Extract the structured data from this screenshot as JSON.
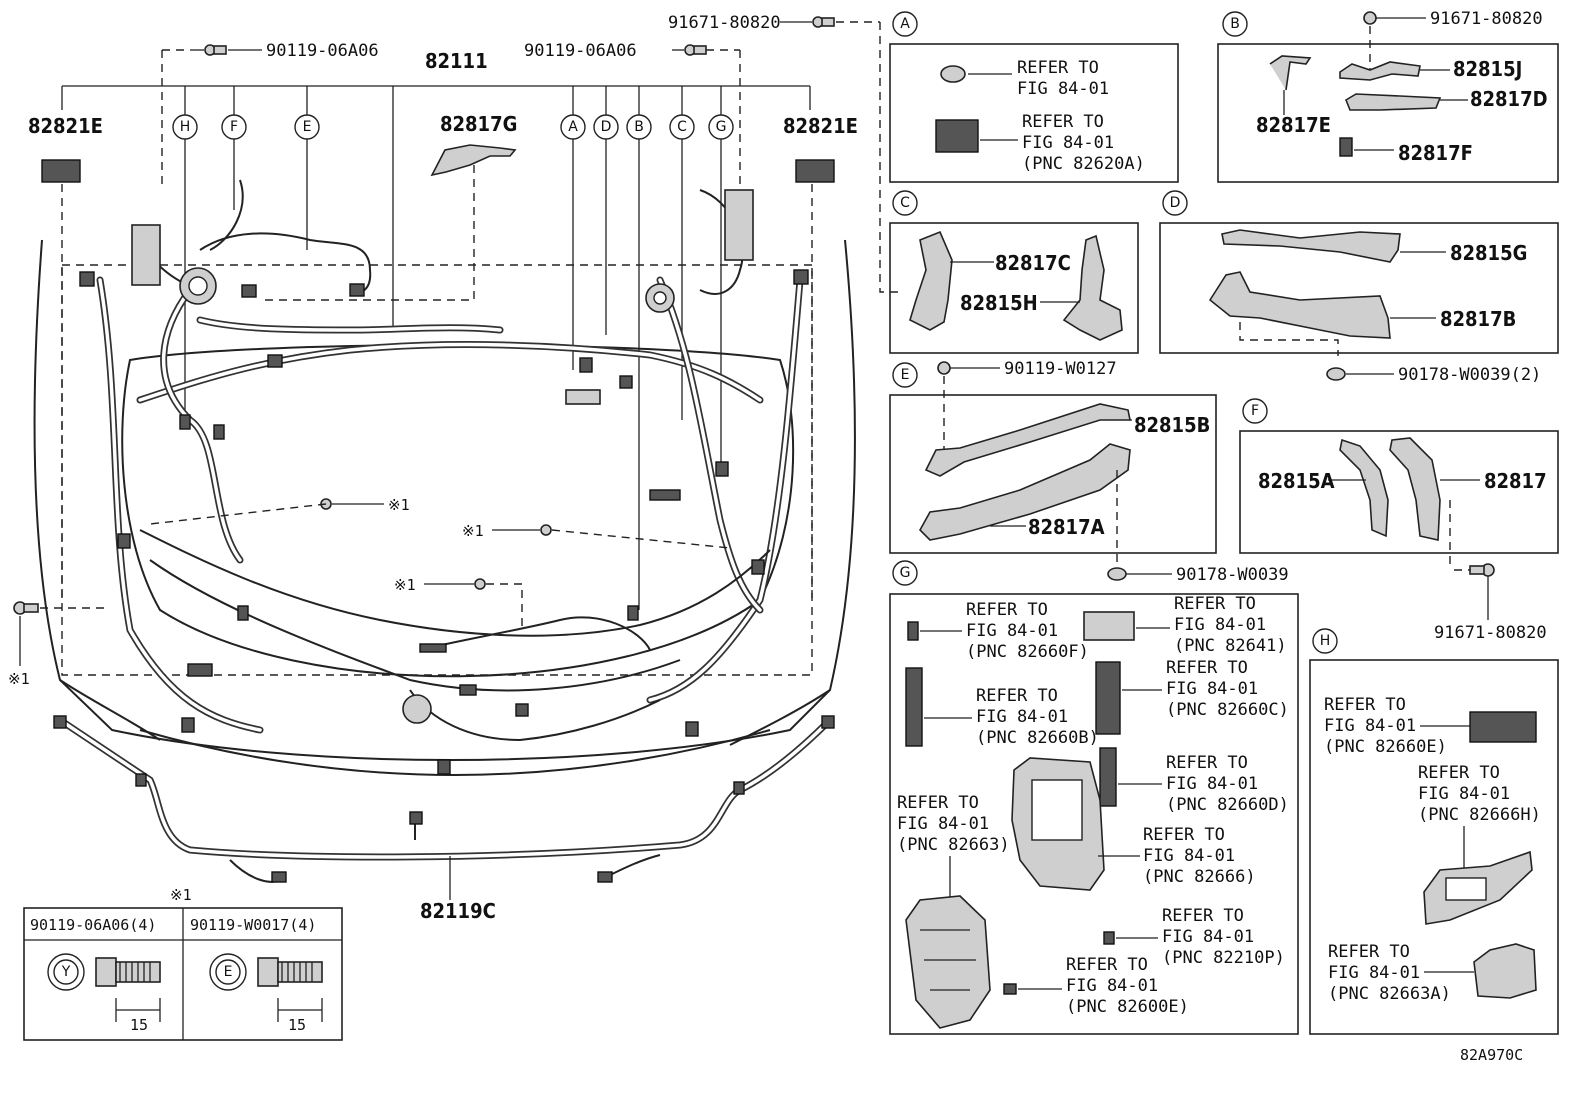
{
  "main": {
    "fasteners_top": [
      "91671-80820",
      "90119-06A06",
      "90119-06A06"
    ],
    "harness_main": "82111",
    "harness_front": "82119C",
    "clip_left": "82821E",
    "clip_right": "82821E",
    "protector_top": "82817G",
    "callouts_left": [
      "H",
      "F",
      "E"
    ],
    "callouts_right": [
      "A",
      "D",
      "B",
      "C",
      "G"
    ],
    "mark": "※1",
    "left_bolt_mark": "※1",
    "left_bolt_code": ""
  },
  "note_marker": "※1",
  "bolt_table": {
    "col1": "90119-06A06(4)",
    "col2": "90119-W0017(4)",
    "head1": "Y",
    "head2": "E",
    "dim1": "15",
    "dim2": "15"
  },
  "panels": {
    "A": {
      "letter": "A",
      "refs": [
        {
          "l1": "REFER TO",
          "l2": "FIG 84-01",
          "l3": ""
        },
        {
          "l1": "REFER TO",
          "l2": "FIG 84-01",
          "l3": "(PNC 82620A)"
        }
      ]
    },
    "B": {
      "letter": "B",
      "fastener": "91671-80820",
      "parts": [
        "82815J",
        "82817D",
        "82817E",
        "82817F"
      ]
    },
    "C": {
      "letter": "C",
      "parts": [
        "82817C",
        "82815H"
      ]
    },
    "D": {
      "letter": "D",
      "parts": [
        "82815G",
        "82817B"
      ],
      "fastener": "90178-W0039(2)"
    },
    "E": {
      "letter": "E",
      "fastener_top": "90119-W0127",
      "parts": [
        "82815B",
        "82817A"
      ],
      "fastener_bottom": "90178-W0039"
    },
    "F": {
      "letter": "F",
      "parts": [
        "82815A",
        "82817"
      ],
      "fastener": "91671-80820"
    },
    "G": {
      "letter": "G",
      "refs": [
        {
          "l1": "REFER TO",
          "l2": "FIG 84-01",
          "l3": "(PNC 82660F)"
        },
        {
          "l1": "REFER TO",
          "l2": "FIG 84-01",
          "l3": "(PNC 82641)"
        },
        {
          "l1": "REFER TO",
          "l2": "FIG 84-01",
          "l3": "(PNC 82660C)"
        },
        {
          "l1": "REFER TO",
          "l2": "FIG 84-01",
          "l3": "(PNC 82660B)"
        },
        {
          "l1": "REFER TO",
          "l2": "FIG 84-01",
          "l3": "(PNC 82660D)"
        },
        {
          "l1": "REFER TO",
          "l2": "FIG 84-01",
          "l3": "(PNC 82663)"
        },
        {
          "l1": "REFER TO",
          "l2": "FIG 84-01",
          "l3": "(PNC 82666)"
        },
        {
          "l1": "REFER TO",
          "l2": "FIG 84-01",
          "l3": "(PNC 82210P)"
        },
        {
          "l1": "REFER TO",
          "l2": "FIG 84-01",
          "l3": "(PNC 82600E)"
        }
      ]
    },
    "H": {
      "letter": "H",
      "refs": [
        {
          "l1": "REFER TO",
          "l2": "FIG 84-01",
          "l3": "(PNC 82660E)"
        },
        {
          "l1": "REFER TO",
          "l2": "FIG 84-01",
          "l3": "(PNC 82666H)"
        },
        {
          "l1": "REFER TO",
          "l2": "FIG 84-01",
          "l3": "(PNC 82663A)"
        }
      ]
    }
  },
  "figure_code": "82A970C"
}
